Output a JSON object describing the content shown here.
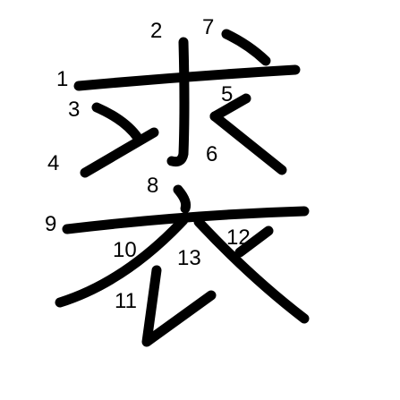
{
  "diagram": {
    "type": "kanji stroke order",
    "stroke_color": "#000000",
    "background": "#ffffff",
    "stroke_numbers": [
      "1",
      "2",
      "3",
      "4",
      "5",
      "6",
      "7",
      "8",
      "9",
      "10",
      "11",
      "12",
      "13"
    ]
  }
}
